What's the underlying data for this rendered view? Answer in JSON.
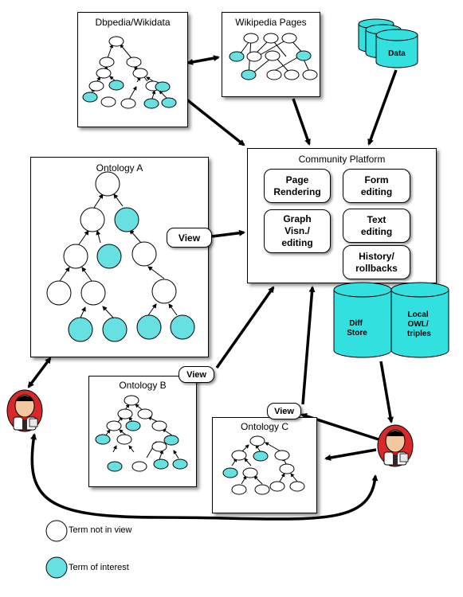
{
  "boxes": {
    "dbpedia": "Dbpedia/Wikidata",
    "wikipedia": "Wikipedia Pages",
    "ontology_a": "Ontology A",
    "ontology_b": "Ontology B",
    "ontology_c": "Ontology C",
    "platform": "Community Platform"
  },
  "platform_features": [
    "Page\nRendering",
    "Form\nediting",
    "Graph\nVisn./\nediting",
    "Text\nediting",
    "History/\nrollbacks"
  ],
  "data_store": "Data",
  "diff_store": "Diff\nStore",
  "local_store": "Local\nOWL/\ntriples",
  "view_label": "View",
  "legend": {
    "not_in_view": "Term not in view",
    "of_interest": "Term of interest"
  },
  "colors": {
    "term_of_interest": "#66e0e0",
    "term_not_in_view": "#ffffff",
    "store_fill": "#33e0e0"
  }
}
